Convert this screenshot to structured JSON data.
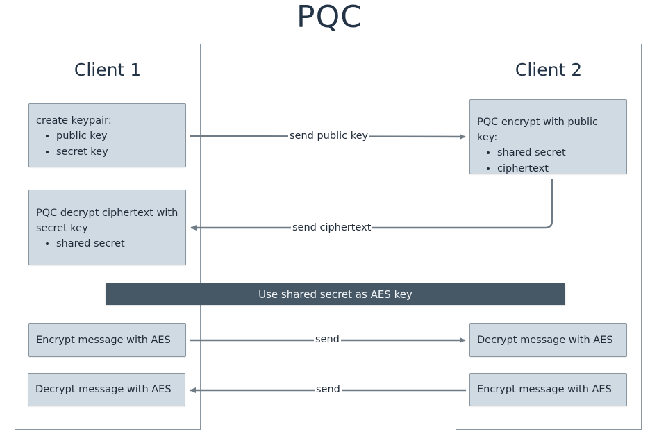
{
  "title": "PQC",
  "client1": {
    "title": "Client 1",
    "keypair_box": {
      "heading": "create keypair:",
      "items": [
        "public key",
        "secret key"
      ]
    },
    "decrypt_box": {
      "heading": "PQC decrypt ciphertext with secret key",
      "items": [
        "shared secret"
      ]
    },
    "encrypt_msg": "Encrypt message with AES",
    "decrypt_msg": "Decrypt message with AES"
  },
  "client2": {
    "title": "Client 2",
    "encrypt_box": {
      "heading": "PQC encrypt with public key:",
      "items": [
        "shared secret",
        "ciphertext"
      ]
    },
    "decrypt_msg": "Decrypt message with AES",
    "encrypt_msg": "Encrypt message with AES"
  },
  "banner": "Use shared secret as AES key",
  "edges": {
    "send_public_key": "send public key",
    "send_ciphertext": "send ciphertext",
    "send_1": "send",
    "send_2": "send"
  },
  "colors": {
    "box_fill": "#d0dae3",
    "box_border": "#8a96a0",
    "banner_fill": "#465866",
    "arrow": "#6f7c86"
  }
}
